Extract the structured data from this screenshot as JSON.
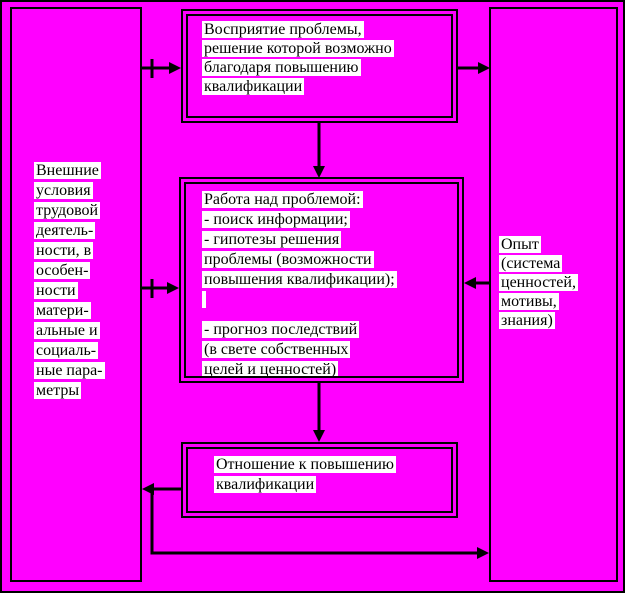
{
  "colors": {
    "background": "#ff00ff",
    "border": "#000000",
    "text": "#000000",
    "text_highlight": "#ffffff"
  },
  "boxes": {
    "left": {
      "lines": [
        "Внешние",
        "условия",
        "трудовой",
        "деятель-",
        "ности, в",
        "особен-",
        "ности",
        "матери-",
        "альные и",
        "социаль-",
        "ные пара-",
        "метры"
      ]
    },
    "top": {
      "lines": [
        "Восприятие проблемы,",
        "решение которой возможно",
        "благодаря повышению",
        "квалификации"
      ]
    },
    "middle": {
      "lines": [
        "Работа над проблемой:",
        "- поиск информации;",
        "- гипотезы решения",
        "проблемы (возможности",
        "повышения квалификации);",
        "",
        "- прогноз последствий",
        "(в свете собственных",
        "целей и ценностей)"
      ]
    },
    "bottom": {
      "lines": [
        "Отношение к повышению",
        "квалификации"
      ]
    },
    "right": {
      "lines": [
        "Опыт",
        "(система",
        "ценностей,",
        "мотивы,",
        "знания)"
      ]
    }
  }
}
